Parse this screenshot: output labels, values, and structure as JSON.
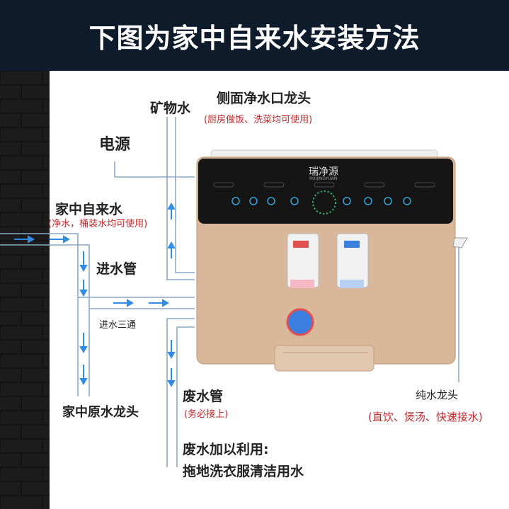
{
  "header": {
    "title": "下图为家中自来水安装方法"
  },
  "labels": {
    "mineral_water": "矿物水",
    "side_faucet": "侧面净水口龙头",
    "side_faucet_note": "(厨房做饭、洗菜均可使用)",
    "power": "电源",
    "tap_water": "家中自来水",
    "tap_water_note": "(净水，桶装水均可使用)",
    "inlet_pipe": "进水管",
    "inlet_tee": "进水三通",
    "raw_faucet": "家中原水龙头",
    "waste_pipe": "废水管",
    "waste_pipe_note": "(务必接上)",
    "waste_reuse_title": "废水加以利用:",
    "waste_reuse_desc": "拖地洗衣服清洁用水",
    "pure_faucet": "纯水龙头",
    "pure_faucet_note": "(直饮、煲汤、快速接水)"
  },
  "device": {
    "brand": "瑞净源",
    "brand_sub": "RUIJINGYUAN"
  },
  "colors": {
    "pipe": "#8aa8c8",
    "arrow": "#2f8de4",
    "device_body": "#d9b79a",
    "note_red": "#c0292b",
    "header_bg": "#0d1b2a"
  }
}
